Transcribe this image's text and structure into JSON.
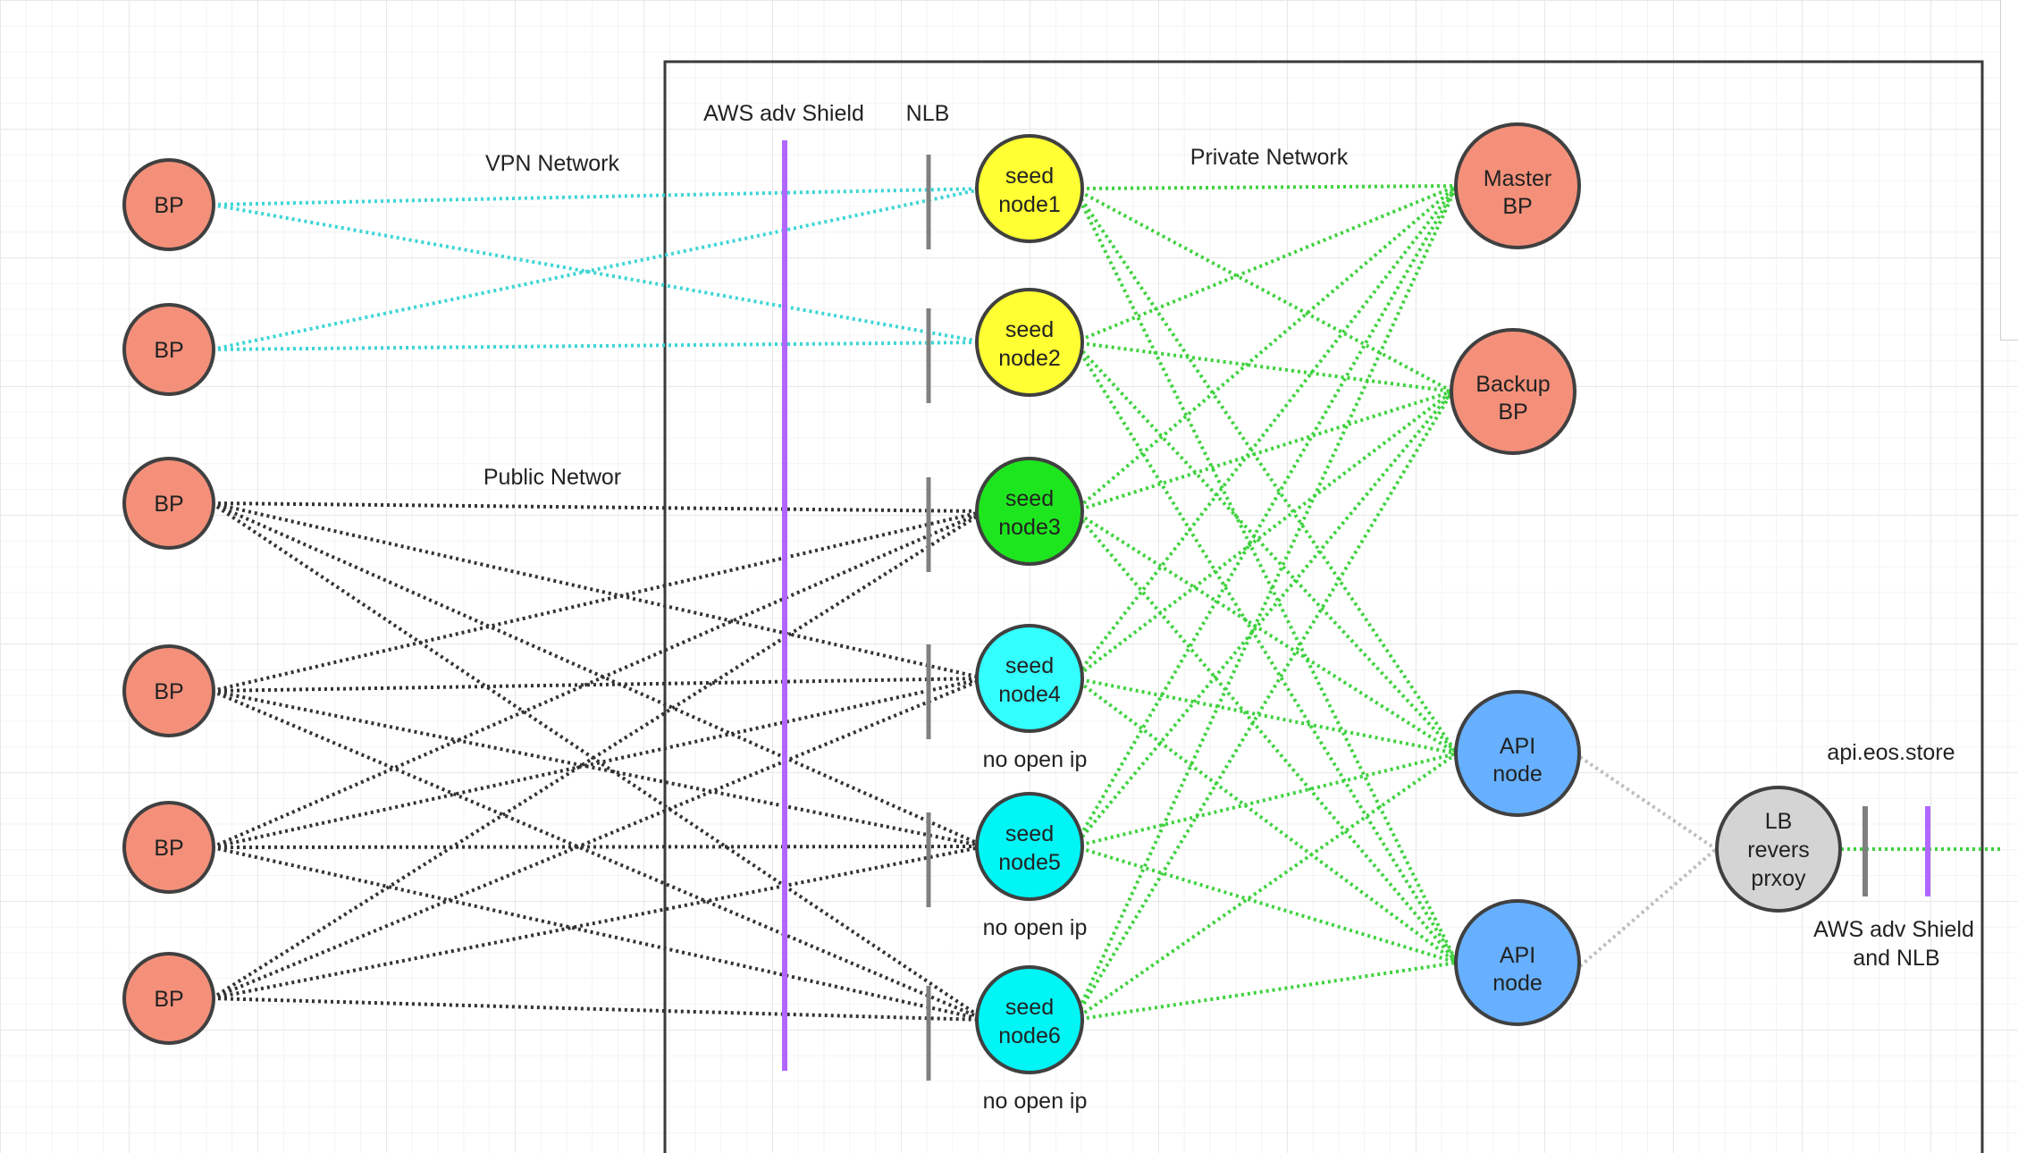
{
  "diagram": {
    "labels": {
      "vpn_network": "VPN Network",
      "public_network": "Public Networ",
      "private_network": "Private Network",
      "aws_shield": "AWS adv Shield",
      "nlb": "NLB",
      "api_domain": "api.eos.store",
      "aws_shield_nlb_line1": "AWS adv Shield",
      "aws_shield_nlb_line2": "and NLB",
      "no_open_ip": "no open ip"
    },
    "external_bps": [
      {
        "label": "BP"
      },
      {
        "label": "BP"
      },
      {
        "label": "BP"
      },
      {
        "label": "BP"
      },
      {
        "label": "BP"
      },
      {
        "label": "BP"
      }
    ],
    "seed_nodes": [
      {
        "line1": "seed",
        "line2": "node1",
        "color": "#ffff33",
        "note": ""
      },
      {
        "line1": "seed",
        "line2": "node2",
        "color": "#ffff33",
        "note": ""
      },
      {
        "line1": "seed",
        "line2": "node3",
        "color": "#1ee61e",
        "note": ""
      },
      {
        "line1": "seed",
        "line2": "node4",
        "color": "#33ffff",
        "note": "no open ip"
      },
      {
        "line1": "seed",
        "line2": "node5",
        "color": "#00f5f5",
        "note": "no open ip"
      },
      {
        "line1": "seed",
        "line2": "node6",
        "color": "#00f5f5",
        "note": "no open ip"
      }
    ],
    "producers": [
      {
        "line1": "Master",
        "line2": "BP",
        "color": "#f4907a"
      },
      {
        "line1": "Backup",
        "line2": "BP",
        "color": "#f4907a"
      }
    ],
    "api_nodes": [
      {
        "line1": "API",
        "line2": "node",
        "color": "#66b0ff"
      },
      {
        "line1": "API",
        "line2": "node",
        "color": "#66b0ff"
      }
    ],
    "lb": {
      "line1": "LB",
      "line2": "revers",
      "line3": "prxoy",
      "color": "#d4d4d4"
    },
    "colors": {
      "bp": "#f4907a",
      "vpn_line": "#3dd5d5",
      "public_line": "#333333",
      "private_line": "#3fd23f",
      "shield": "#b066ff",
      "nlb": "#808080",
      "lb_line": "#bdbdbd",
      "node_stroke": "#404040"
    }
  }
}
